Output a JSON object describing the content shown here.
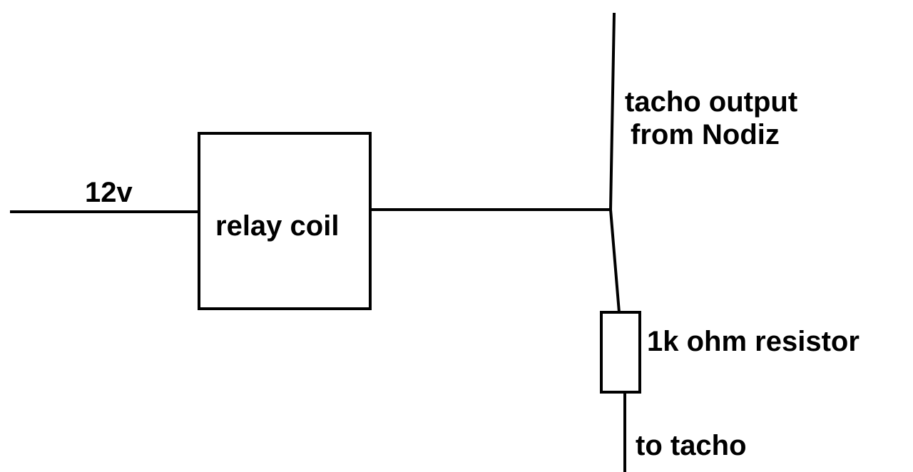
{
  "labels": {
    "supply": "12v",
    "relay": "relay coil",
    "tacho_output_line1": "tacho output",
    "tacho_output_line2": "from Nodiz",
    "resistor": "1k ohm resistor",
    "to_tacho": "to tacho"
  },
  "colors": {
    "line": "#000000",
    "background": "#ffffff"
  }
}
